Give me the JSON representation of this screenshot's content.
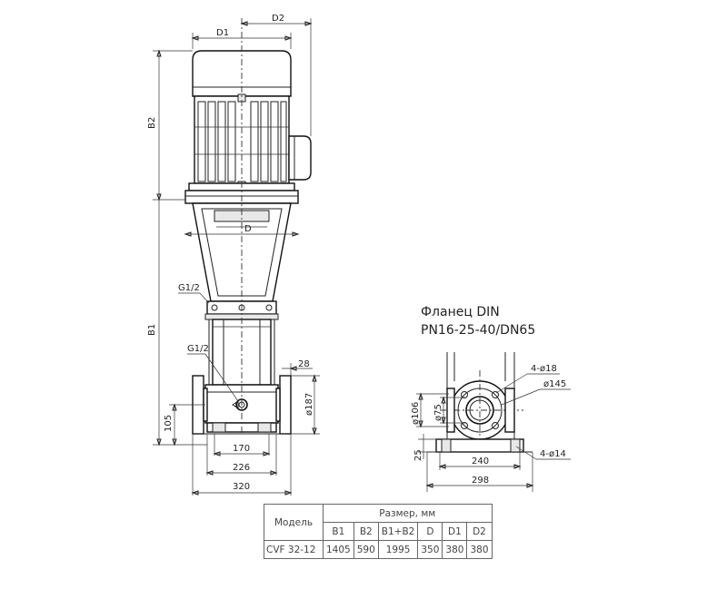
{
  "pump_view": {
    "d1": "D1",
    "d2": "D2",
    "b1": "B1",
    "b2": "B2",
    "d": "D",
    "g_upper": "G1/2",
    "g_lower": "G1/2",
    "dim_28": "28",
    "dim_187": "ø187",
    "dim_105": "105",
    "dim_170": "170",
    "dim_226": "226",
    "dim_320": "320"
  },
  "flange_view": {
    "title_line1": "Фланец DIN",
    "title_line2": "PN16-25-40/DN65",
    "holes": "4-ø18",
    "bolt_circle": "ø145",
    "outer": "ø106",
    "bore": "ø75",
    "height_25": "25",
    "dim_240": "240",
    "dim_298": "298",
    "base_holes": "4-ø14"
  },
  "table": {
    "model_header": "Модель",
    "size_header": "Размер, мм",
    "columns": [
      "B1",
      "B2",
      "B1+B2",
      "D",
      "D1",
      "D2"
    ],
    "rows": [
      {
        "model": "CVF 32-12",
        "values": [
          "1405",
          "590",
          "1995",
          "350",
          "380",
          "380"
        ]
      }
    ]
  }
}
